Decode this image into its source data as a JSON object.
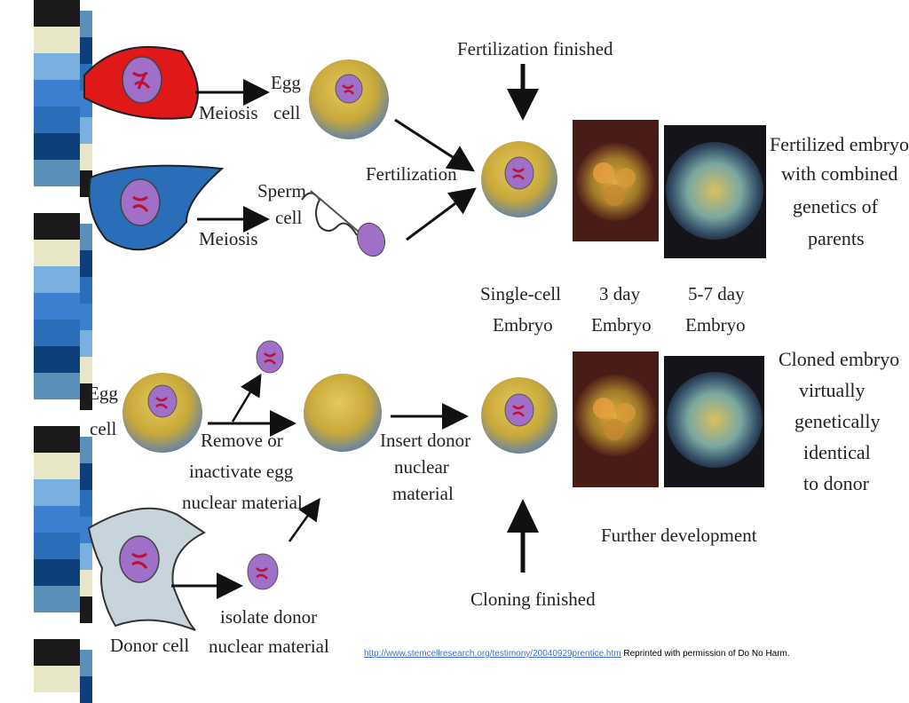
{
  "footer": {
    "link_text": "http://www.stemcellresearch.org/testimony/20040929prentice.htm",
    "credit": "Reprinted with permission of Do No Harm."
  },
  "labels": {
    "fertilization_finished": "Fertilization finished",
    "meiosis_top": "Meiosis",
    "egg_cell_top_1": "Egg",
    "egg_cell_top_2": "cell",
    "sperm_cell_1": "Sperm",
    "sperm_cell_2": "cell",
    "meiosis_bottom": "Meiosis",
    "fertilization": "Fertilization",
    "single_cell_1": "Single-cell",
    "single_cell_2": "Embryo",
    "day3_1": "3 day",
    "day3_2": "Embryo",
    "day57_1": "5-7 day",
    "day57_2": "Embryo",
    "fertilized_note": [
      "Fertilized embryo",
      "with combined",
      "genetics of",
      "parents"
    ],
    "egg_cell_bottom_1": "Egg",
    "egg_cell_bottom_2": "cell",
    "remove_1": "Remove or",
    "remove_2": "inactivate egg",
    "remove_3": "nuclear material",
    "insert_1": "Insert donor",
    "insert_2": "nuclear",
    "insert_3": "material",
    "cloned_note": [
      "Cloned embryo",
      "virtually",
      "genetically",
      "identical",
      "to donor"
    ],
    "further_development": "Further development",
    "isolate_1": "isolate donor",
    "isolate_2": "nuclear material",
    "donor_cell": "Donor cell",
    "cloning_finished": "Cloning finished"
  },
  "colors": {
    "egg_fill": "#c8a83a",
    "nucleus_fill": "#a070c8",
    "red_cell": "#e01818",
    "blue_cell": "#2a6db8",
    "donor_cell": "#c8d4dc",
    "embryo_bg": "#4a1c18"
  }
}
